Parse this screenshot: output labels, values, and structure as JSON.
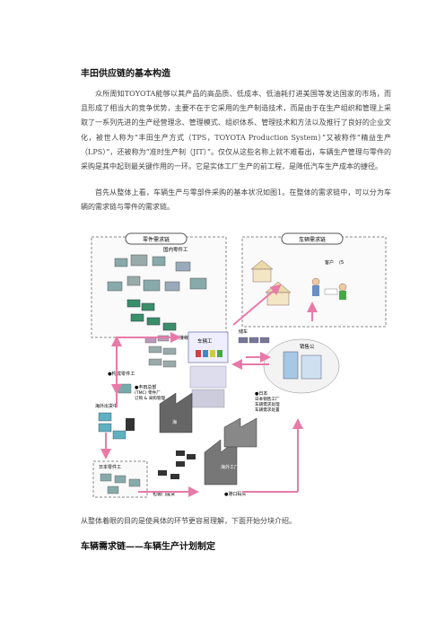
{
  "section_title": "丰田供应链的基本构造",
  "paragraph_1": "众所周知TOYOTA能够以其产品的高品质、低成本、低油耗打进美国等发达国家的市场，而且形成了相当大的竞争优势，主要不在于它采用的生产制造技术，而是由于在生产组织和管理上采取了一系列先进的生产经营理念、管理模式、组织体系、管理技术和方法以及推行了良好的企业文化，被世人称为“丰田生产方式（TPS，TOYOTA Production System）”又被称作“精益生产（LPS）”，还被称为“准时生产制（JIT）”。仅仅从这些名称上就不难看出，车辆生产管理与零件的采购是其中起到最关键作用的一环。它是实体工厂生产的前工程，是降低汽车生产成本的捷径。",
  "paragraph_2": "首先从整体上看，车辆生产与零部件采购的基本状况如图1。在整体的需求链中，可以分为车辆的需求链与零件的需求链。",
  "figure": {
    "box_parts": "零件需求链",
    "box_vehicle": "车辆需求链",
    "label_domestic_supplier": "国内零件工",
    "label_parts_recv": "零件接收",
    "label_parts_recv_4": "(4",
    "label_customer": "客户",
    "label_customer_no": "(5",
    "label_vehicle_plant": "车辆工",
    "label_dealer": "销售公",
    "label_vehicle_yard": "储车",
    "label_bullet_supplier": "●构成零件工",
    "label_bullet_tmc": "●丰田总部",
    "label_tmc_sub": "(TMC) 零件厂",
    "label_tmc_sub2": "订购 & 采购管理",
    "label_bullet_dealer_1": "●日本",
    "label_dealer_2": "日本销售工厂",
    "label_dealer_3": "车辆需求处理",
    "label_dealer_4": "车辆需求处置",
    "label_export": "海外出货中",
    "label_import": "日本零件工",
    "label_sea": "海",
    "label_overseas_plant": "海外工厂",
    "label_port": "●港口码头",
    "label_bottom_tag": "包装门提货"
  },
  "caption": "从整体着眼的目的是使具体的环节更容易理解，下面开始分块介绍。",
  "section_title_2": "车辆需求链——车辆生产计划制定"
}
